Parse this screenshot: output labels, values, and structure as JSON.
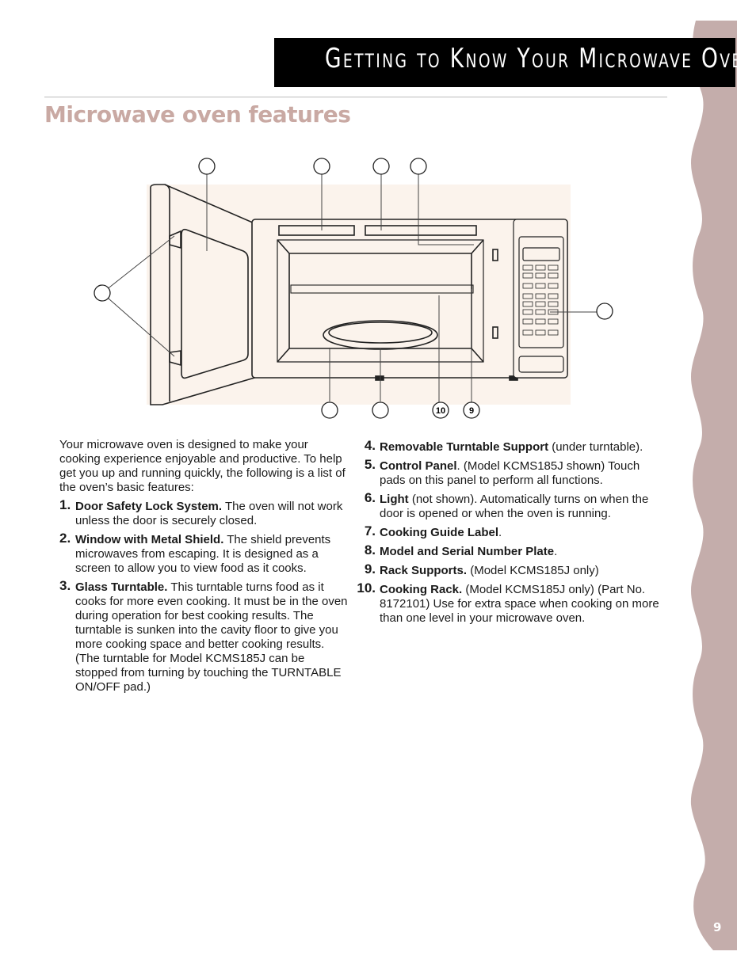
{
  "header": {
    "title": "Getting to Know Your Microwave Oven"
  },
  "section_title": "Microwave oven features",
  "colors": {
    "band": "#c4adab",
    "section_title": "#c9a9a3",
    "header_bg": "#000000"
  },
  "diagram": {
    "callout_9": "9",
    "callout_10": "10"
  },
  "intro": "Your microwave oven is designed to make your cooking experience enjoyable and productive. To help get you up and running quickly, the following is a list of the oven’s basic features:",
  "features": [
    {
      "num": "1.",
      "name": "Door Safety Lock System.",
      "text": " The oven will not work unless the door is securely closed."
    },
    {
      "num": "2.",
      "name": "Window with Metal Shield.",
      "text": " The shield prevents microwaves from escaping. It is designed as a screen to allow you to view food as it cooks."
    },
    {
      "num": "3.",
      "name": "Glass Turntable.",
      "text": " This turntable turns food as it cooks for more even cooking. It must be in the oven during operation for best cooking results. The turntable is sunken into the cavity floor to give you more cooking space and better cooking results. (The turntable for Model KCMS185J can be stopped from turning by touching the TURNTABLE ON/OFF pad.)"
    },
    {
      "num": "4.",
      "name": "Removable Turntable Support",
      "text": " (under turntable)."
    },
    {
      "num": "5.",
      "name": "Control Panel",
      "text": ". (Model KCMS185J shown) Touch pads on this panel to perform all functions."
    },
    {
      "num": "6.",
      "name": "Light",
      "text": " (not shown). Automatically turns on when the door is opened or when the oven is running."
    },
    {
      "num": "7.",
      "name": "Cooking Guide Label",
      "text": "."
    },
    {
      "num": "8.",
      "name": "Model and Serial Number Plate",
      "text": "."
    },
    {
      "num": "9.",
      "name": "Rack Supports.",
      "text": " (Model KCMS185J only)"
    },
    {
      "num": "10.",
      "name": "Cooking Rack.",
      "text": " (Model KCMS185J only) (Part No. 8172101) Use for extra space when cooking on more than one level in your microwave oven."
    }
  ],
  "page_number": "9"
}
